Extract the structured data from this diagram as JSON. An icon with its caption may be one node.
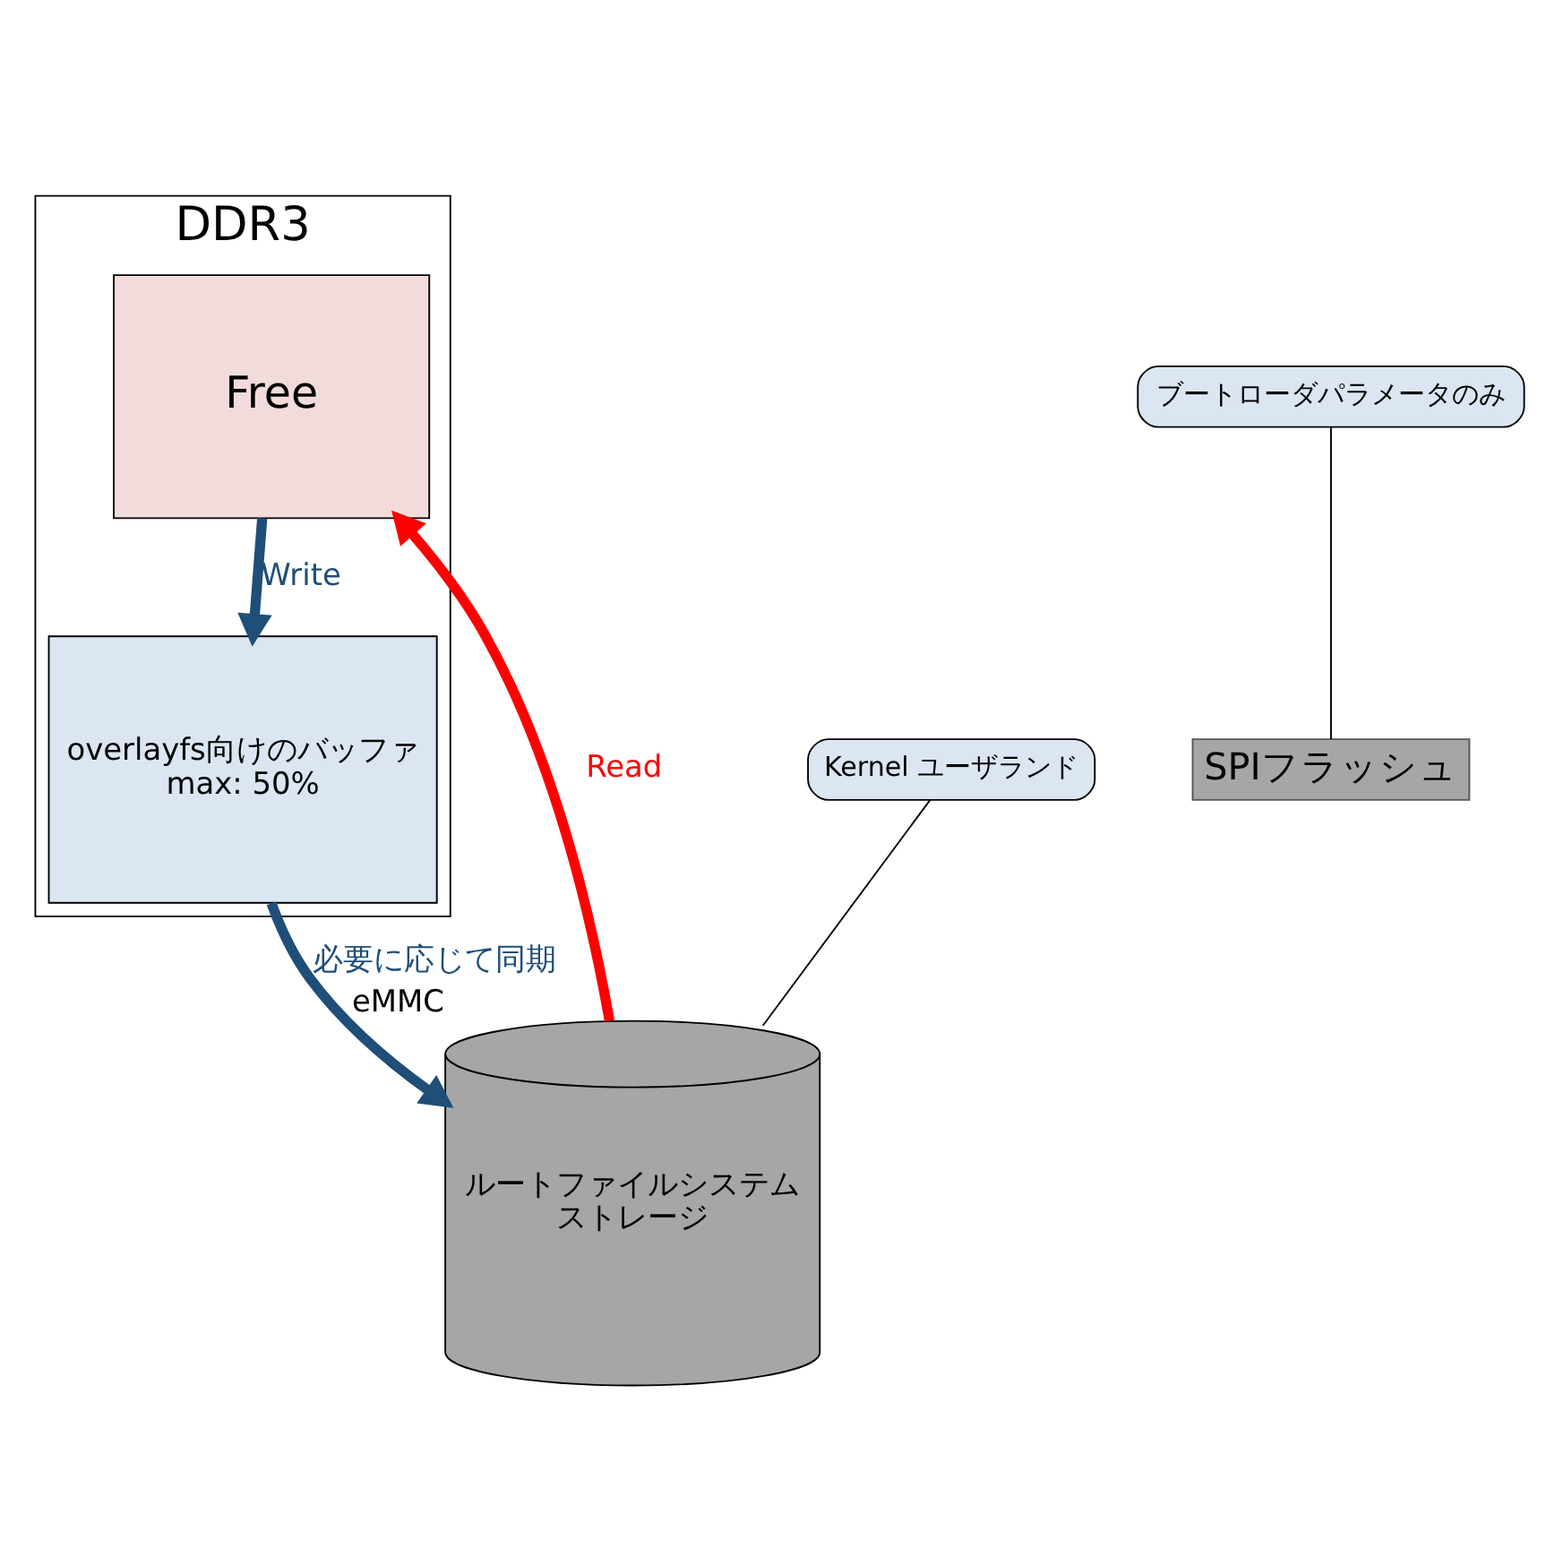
{
  "diagram": {
    "nodes": [
      {
        "text": [
          "DDR3"
        ]
      },
      {
        "text": [
          "Free"
        ],
        "in": 0
      },
      {
        "text": [
          "overlayfs向けのバッファ",
          "max: 50%"
        ],
        "in": 0
      },
      {
        "text": [
          "SPIフラッシュ"
        ]
      },
      {
        "text": [
          "ブートローダパラメータのみ"
        ]
      },
      {
        "text": [
          "ルートファイルシステム",
          "ストレージ"
        ],
        "beside": [
          "eMMC"
        ]
      },
      {
        "text": [
          "Kernel ユーザランド"
        ]
      }
    ],
    "edges": [
      {
        "from": 1,
        "to": 2,
        "arrow": "to",
        "label": "Write",
        "color": "#1f4e79"
      },
      {
        "from": 5,
        "to": 1,
        "arrow": "to",
        "label": "Read",
        "color": "#ff0000"
      },
      {
        "from": 2,
        "to": 5,
        "arrow": "to",
        "label": "必要に応じて同期",
        "color": "#1f4e79"
      },
      {
        "from": 4,
        "to": 3,
        "arrow": "none",
        "color": "#000000"
      },
      {
        "from": 6,
        "to": 5,
        "arrow": "none",
        "color": "#000000"
      }
    ]
  }
}
